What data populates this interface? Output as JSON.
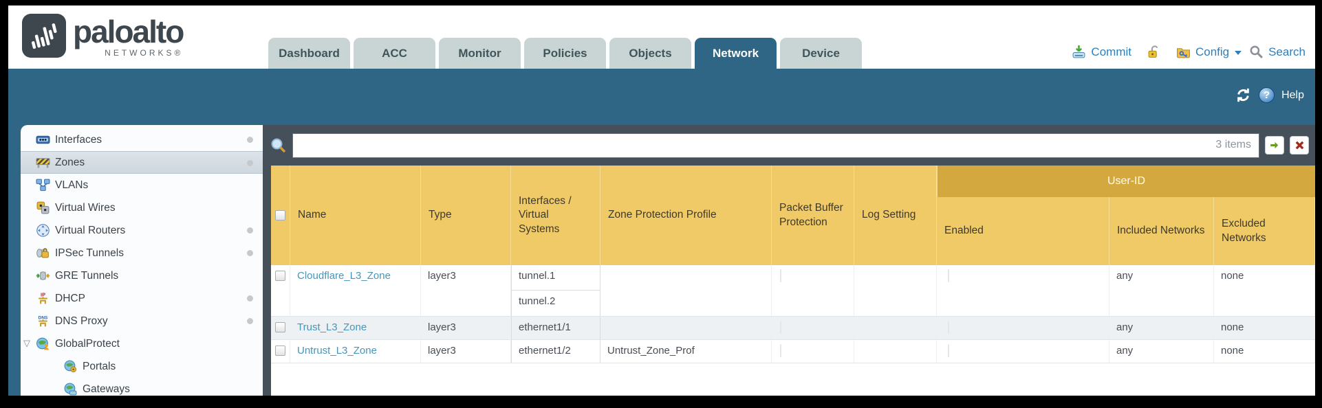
{
  "brand": {
    "wordmark": "paloalto",
    "sub": "NETWORKS®"
  },
  "nav_tabs": [
    {
      "label": "Dashboard",
      "active": false
    },
    {
      "label": "ACC",
      "active": false
    },
    {
      "label": "Monitor",
      "active": false
    },
    {
      "label": "Policies",
      "active": false
    },
    {
      "label": "Objects",
      "active": false
    },
    {
      "label": "Network",
      "active": true
    },
    {
      "label": "Device",
      "active": false
    }
  ],
  "utility": {
    "commit": "Commit",
    "config": "Config",
    "search": "Search"
  },
  "teal_band": {
    "help_label": "Help"
  },
  "filter_bar": {
    "value": "",
    "count_label": "3 items"
  },
  "sidebar": {
    "items": [
      {
        "label": "Interfaces",
        "icon": "interfaces-icon",
        "selected": false,
        "dot": true
      },
      {
        "label": "Zones",
        "icon": "zones-icon",
        "selected": true,
        "dot": true
      },
      {
        "label": "VLANs",
        "icon": "vlans-icon",
        "selected": false,
        "dot": false
      },
      {
        "label": "Virtual Wires",
        "icon": "virtual-wires-icon",
        "selected": false,
        "dot": false
      },
      {
        "label": "Virtual Routers",
        "icon": "virtual-routers-icon",
        "selected": false,
        "dot": true
      },
      {
        "label": "IPSec Tunnels",
        "icon": "ipsec-tunnels-icon",
        "selected": false,
        "dot": true
      },
      {
        "label": "GRE Tunnels",
        "icon": "gre-tunnels-icon",
        "selected": false,
        "dot": false
      },
      {
        "label": "DHCP",
        "icon": "dhcp-icon",
        "selected": false,
        "dot": true
      },
      {
        "label": "DNS Proxy",
        "icon": "dns-proxy-icon",
        "selected": false,
        "dot": true
      },
      {
        "label": "GlobalProtect",
        "icon": "globalprotect-icon",
        "selected": false,
        "dot": false,
        "expanded": true
      },
      {
        "label": "Portals",
        "icon": "portals-icon",
        "selected": false,
        "dot": false,
        "indent": 1
      },
      {
        "label": "Gateways",
        "icon": "gateways-icon",
        "selected": false,
        "dot": false,
        "indent": 1
      }
    ]
  },
  "table": {
    "group_header": "User-ID",
    "columns": [
      "Name",
      "Type",
      "Interfaces / Virtual Systems",
      "Zone Protection Profile",
      "Packet Buffer Protection",
      "Log Setting",
      "Enabled",
      "Included Networks",
      "Excluded Networks"
    ],
    "rows": [
      {
        "name": "Cloudflare_L3_Zone",
        "type": "layer3",
        "interfaces": [
          "tunnel.1",
          "tunnel.2"
        ],
        "zone_protection_profile": "",
        "log_setting": "",
        "included_networks": "any",
        "excluded_networks": "none"
      },
      {
        "name": "Trust_L3_Zone",
        "type": "layer3",
        "interfaces": [
          "ethernet1/1"
        ],
        "zone_protection_profile": "",
        "log_setting": "",
        "included_networks": "any",
        "excluded_networks": "none"
      },
      {
        "name": "Untrust_L3_Zone",
        "type": "layer3",
        "interfaces": [
          "ethernet1/2"
        ],
        "zone_protection_profile": "Untrust_Zone_Prof",
        "log_setting": "",
        "included_networks": "any",
        "excluded_networks": "none"
      }
    ]
  },
  "colors": {
    "teal_band": "#2f6585",
    "slate_pane": "#46505a",
    "table_header_gold": "#f0ca66",
    "user_id_gold": "#d3a83e",
    "inactive_tab": "#c9d5d4",
    "link_blue": "#2e7ebc",
    "zone_link": "#4596b8",
    "alt_row": "#edf1f4"
  }
}
